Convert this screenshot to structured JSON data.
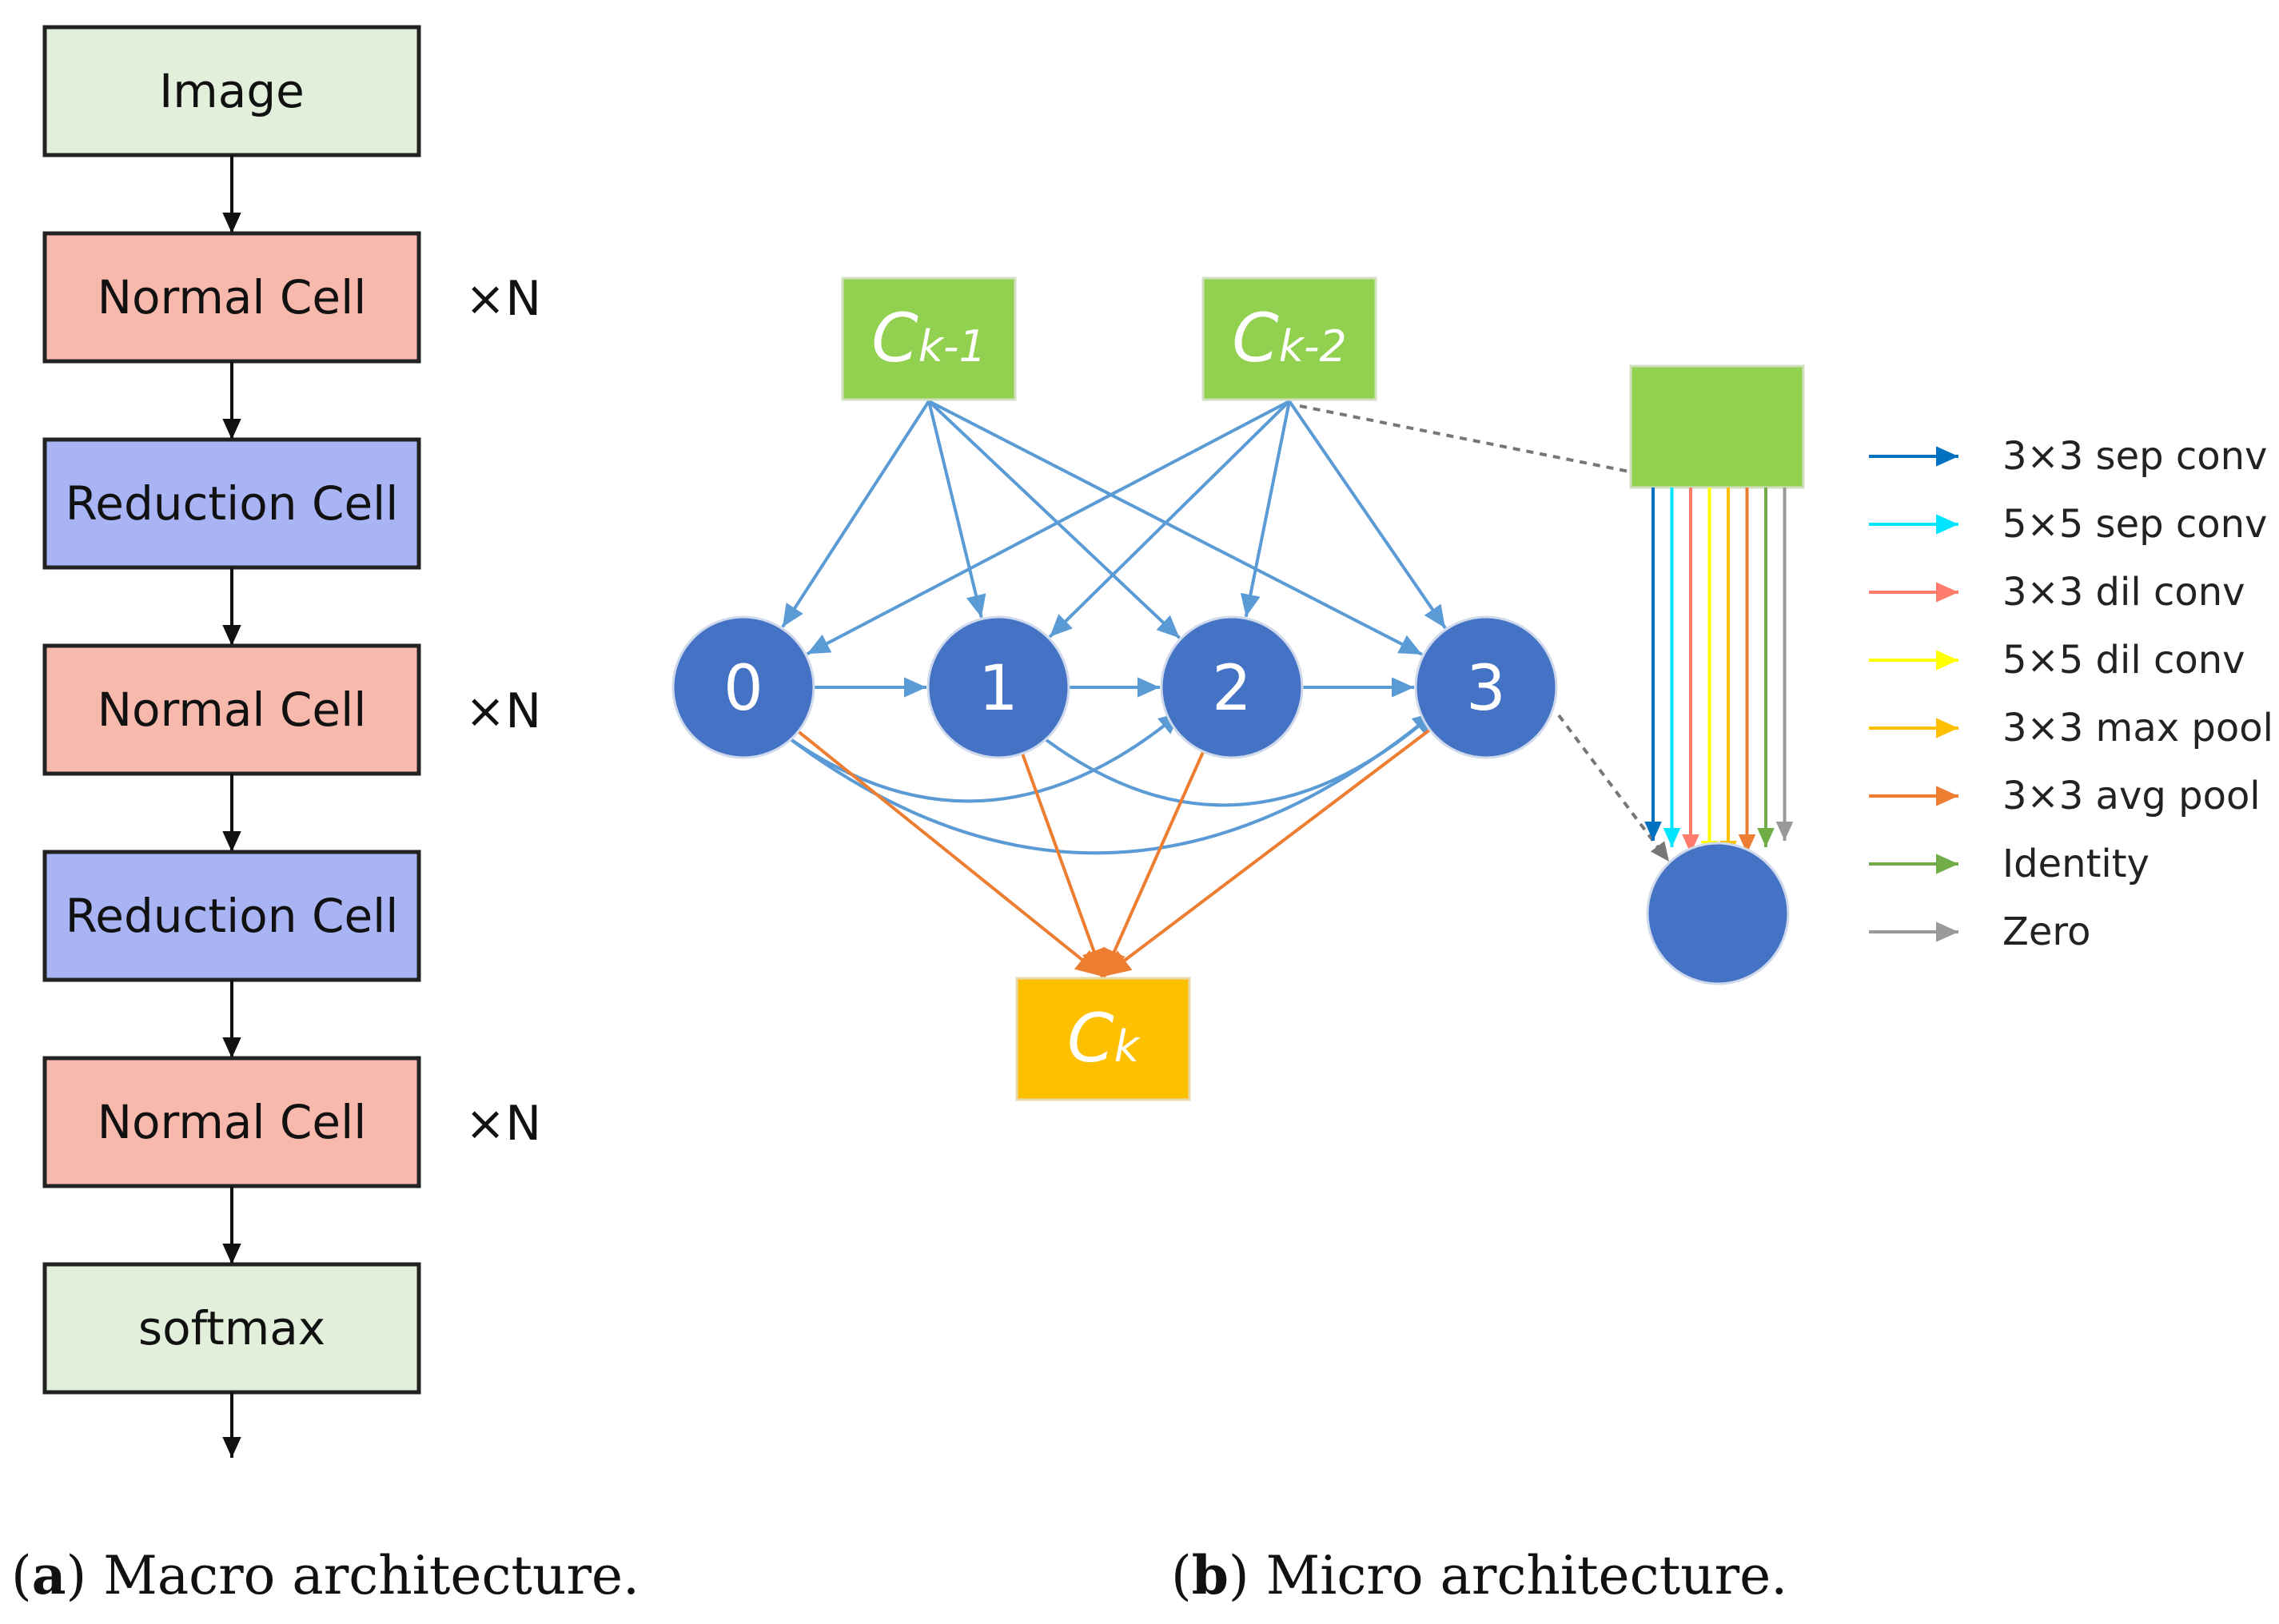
{
  "macro": {
    "boxes": [
      {
        "label": "Image",
        "kind": "io"
      },
      {
        "label": "Normal Cell",
        "kind": "normal",
        "mult": "×N"
      },
      {
        "label": "Reduction Cell",
        "kind": "reduction"
      },
      {
        "label": "Normal Cell",
        "kind": "normal",
        "mult": "×N"
      },
      {
        "label": "Reduction Cell",
        "kind": "reduction"
      },
      {
        "label": "Normal Cell",
        "kind": "normal",
        "mult": "×N"
      },
      {
        "label": "softmax",
        "kind": "io"
      }
    ],
    "colors": {
      "io": "#e2efda",
      "normal": "#f8b9ad",
      "reduction": "#a9b4f4",
      "border": "#222222"
    }
  },
  "micro": {
    "inputs": [
      {
        "letter": "C",
        "sub": "k-1"
      },
      {
        "letter": "C",
        "sub": "k-2"
      }
    ],
    "nodes": [
      "0",
      "1",
      "2",
      "3"
    ],
    "output": {
      "letter": "C",
      "sub": "k"
    },
    "colors": {
      "input": "#92d050",
      "node": "#4472c4",
      "output": "#ffc000",
      "edge": "#5b9bd5",
      "out_edge": "#ed7d31"
    }
  },
  "legend": [
    {
      "label": "3×3 sep conv",
      "color": "#0070c0"
    },
    {
      "label": "5×5 sep conv",
      "color": "#00e5ff"
    },
    {
      "label": "3×3 dil conv",
      "color": "#ff7b6b"
    },
    {
      "label": "5×5 dil conv",
      "color": "#ffff00"
    },
    {
      "label": "3×3 max pool",
      "color": "#ffc000"
    },
    {
      "label": "3×3 avg pool",
      "color": "#ed7d31"
    },
    {
      "label": "Identity",
      "color": "#70ad47"
    },
    {
      "label": "Zero",
      "color": "#999999"
    }
  ],
  "captions": {
    "a_tag": "a",
    "a_text": " Macro architecture.",
    "b_tag": "b",
    "b_text": " Micro architecture."
  }
}
